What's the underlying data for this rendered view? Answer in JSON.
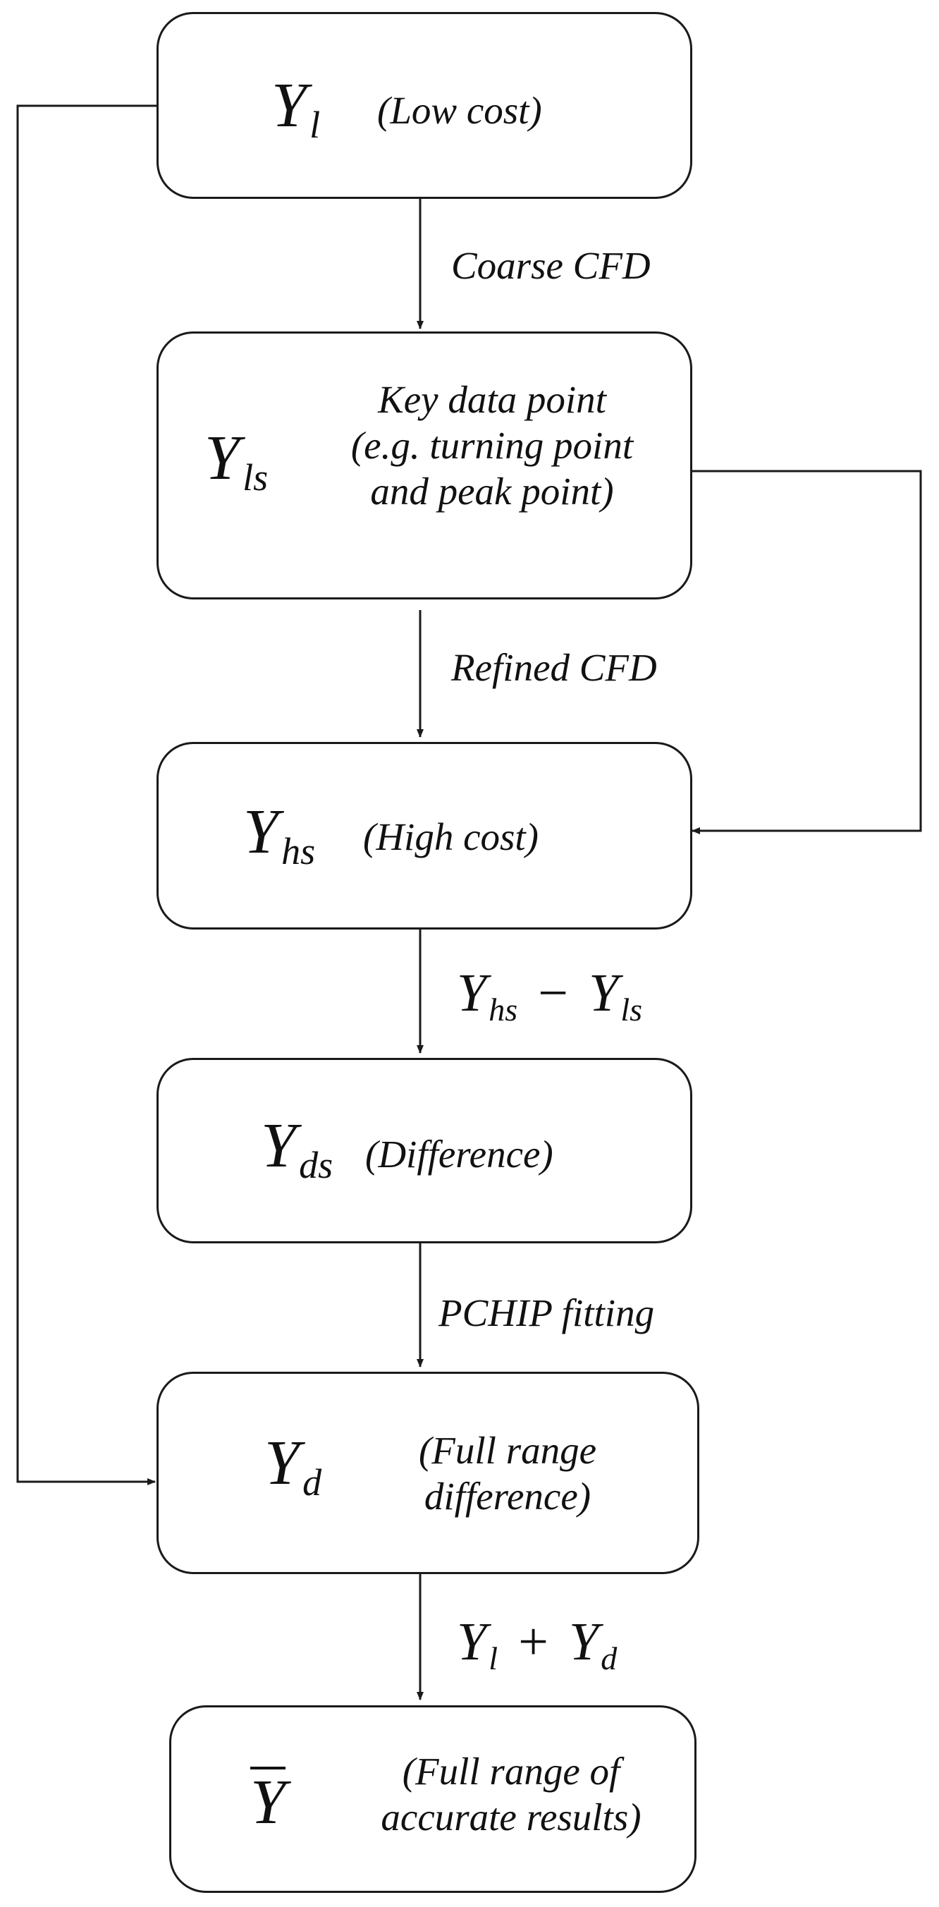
{
  "nodes": {
    "yl": {
      "base": "Y",
      "sub": "l",
      "label": "(Low cost)"
    },
    "yls": {
      "base": "Y",
      "sub": "ls",
      "label_lines": [
        "Key data point",
        "(e.g. turning point",
        "and peak point)"
      ]
    },
    "yhs": {
      "base": "Y",
      "sub": "hs",
      "label": "(High cost)"
    },
    "yds": {
      "base": "Y",
      "sub": "ds",
      "label": "(Difference)"
    },
    "yd": {
      "base": "Y",
      "sub": "d",
      "label_lines": [
        "(Full range",
        "difference)"
      ]
    },
    "ybar": {
      "base": "Y",
      "label_lines": [
        "(Full range of",
        "accurate results)"
      ]
    }
  },
  "edges": {
    "e1": "Coarse CFD",
    "e2": "Refined CFD",
    "e3": {
      "a": "Y",
      "a_sub": "hs",
      "op": "−",
      "b": "Y",
      "b_sub": "ls"
    },
    "e4": "PCHIP fitting",
    "e5": {
      "a": "Y",
      "a_sub": "l",
      "op": "+",
      "b": "Y",
      "b_sub": "d"
    }
  }
}
